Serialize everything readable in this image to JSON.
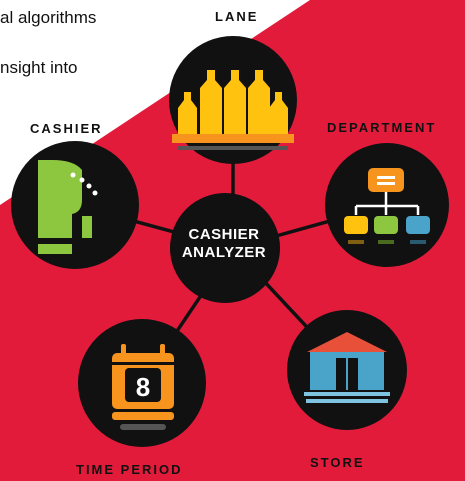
{
  "intro_text": {
    "line1": "al algorithms",
    "line2": "nsight into"
  },
  "hub": {
    "line1": "CASHIER",
    "line2": "ANALYZER"
  },
  "nodes": {
    "lane": "LANE",
    "cashier": "CASHIER",
    "department": "DEPARTMENT",
    "time_period": "TIME PERIOD",
    "store": "STORE"
  },
  "icons": {
    "lane": "bottles-on-shelf-icon",
    "cashier": "cash-register-icon",
    "department": "org-chart-icon",
    "time_period": "calendar-icon",
    "store": "store-building-icon"
  },
  "calendar_day": "8",
  "colors": {
    "accent_red": "#e31b3b",
    "circle": "#111111",
    "bottle_yellow": "#ffc20e",
    "register_green": "#8dc63f",
    "calendar_orange": "#f7941d",
    "store_blue": "#4aa3c9",
    "store_roof": "#e8503a"
  }
}
